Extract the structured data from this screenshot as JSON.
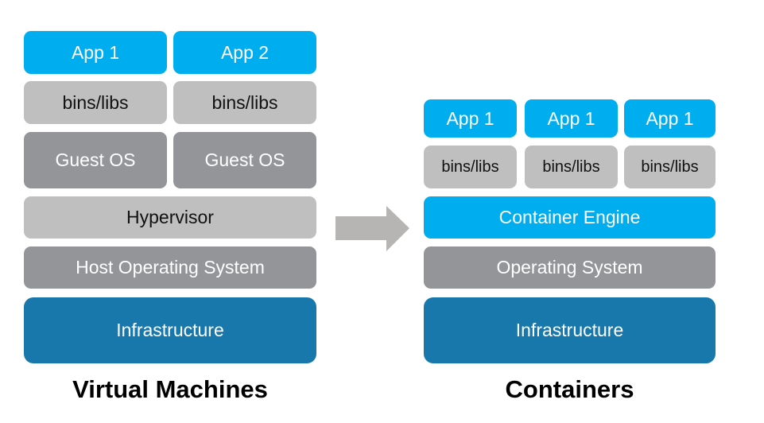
{
  "colors": {
    "app": "#00aeef",
    "bins_libs": "#bfbfbf",
    "os_gray": "#939598",
    "infrastructure": "#1877ab",
    "arrow": "#b7b5b4"
  },
  "vm": {
    "title": "Virtual Machines",
    "apps": [
      "App 1",
      "App 2"
    ],
    "bins_libs": [
      "bins/libs",
      "bins/libs"
    ],
    "guest_os": [
      "Guest OS",
      "Guest OS"
    ],
    "hypervisor": "Hypervisor",
    "host_os": "Host Operating System",
    "infrastructure": "Infrastructure"
  },
  "containers": {
    "title": "Containers",
    "apps": [
      "App 1",
      "App 1",
      "App 1"
    ],
    "bins_libs": [
      "bins/libs",
      "bins/libs",
      "bins/libs"
    ],
    "container_engine": "Container Engine",
    "os": "Operating System",
    "infrastructure": "Infrastructure"
  },
  "arrow": {
    "icon": "right-arrow-icon"
  }
}
